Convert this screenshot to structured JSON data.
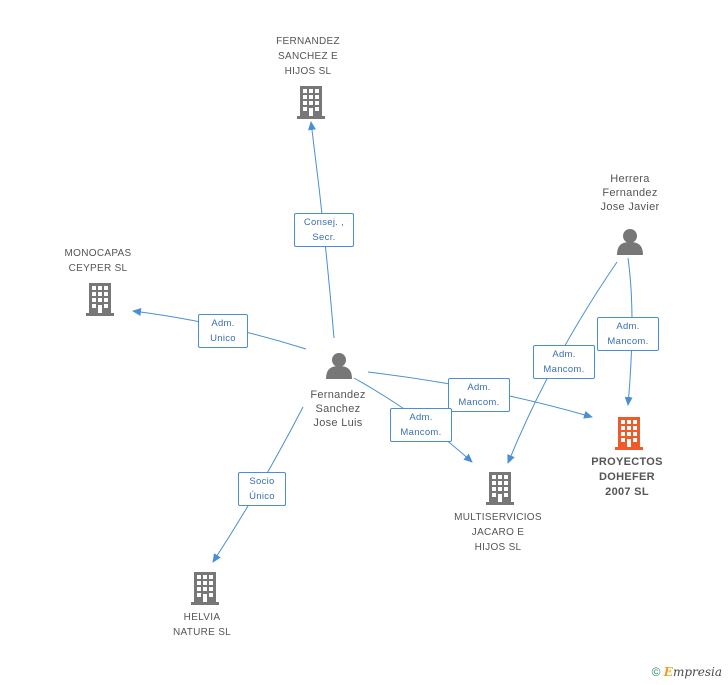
{
  "nodes": {
    "fernandez_sanchez_hijos": "FERNANDEZ\nSANCHEZ E\nHIJOS SL",
    "monocapas_ceyper": "MONOCAPAS\nCEYPER SL",
    "herrera_fernandez": "Herrera\nFernandez\nJose Javier",
    "fernandez_sanchez_jose_luis": "Fernandez\nSanchez\nJose Luis",
    "proyectos_dohefer": "PROYECTOS\nDOHEFER\n2007 SL",
    "multiservicios_jacaro": "MULTISERVICIOS\nJACARO E\nHIJOS SL",
    "helvia_nature": "HELVIA\nNATURE SL"
  },
  "edges": {
    "consej_secr": "Consej. ,\nSecr.",
    "adm_unico": "Adm.\nUnico",
    "adm_mancom_herrera_proyectos": "Adm.\nMancom.",
    "adm_mancom_herrera_multi": "Adm.\nMancom.",
    "adm_mancom_luis_proyectos": "Adm.\nMancom.",
    "adm_mancom_luis_multi": "Adm.\nMancom.",
    "socio_unico": "Socio\nÚnico"
  },
  "colors": {
    "edge": "#4a8fd6",
    "company_icon": "#777777",
    "highlight_icon": "#f05a28",
    "person_icon": "#777777"
  },
  "footer": {
    "copyright": "©",
    "brand_first": "E",
    "brand_rest": "mpresia"
  }
}
